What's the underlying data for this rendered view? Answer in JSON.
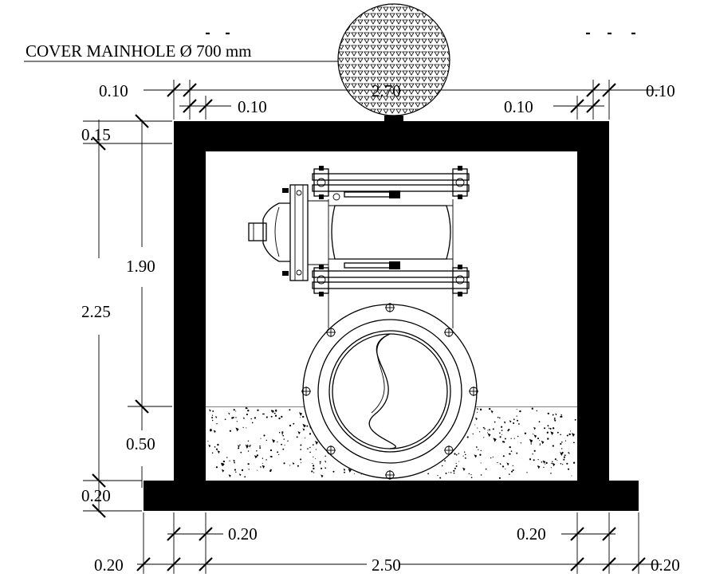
{
  "cover": {
    "label": "COVER MAINHOLE Ø 700 mm"
  },
  "dimensions": {
    "top_overall": "2.70",
    "top_left_outer": "0.10",
    "top_left_inner": "0.10",
    "top_right_outer": "0.10",
    "top_right_inner": "0.10",
    "left_top_slab": "0.15",
    "left_interior": "1.90",
    "left_total": "2.25",
    "left_fill": "0.50",
    "left_base": "0.20",
    "bottom_wall_left": "0.20",
    "bottom_wall_right": "0.20",
    "bottom_left_ext": "0.20",
    "bottom_span": "2.50",
    "bottom_right_ext": "0.20"
  },
  "colors": {
    "structure": "#000000",
    "background": "#ffffff"
  },
  "icons": {
    "cover": "manhole-cover-icon",
    "valve": "butterfly-valve-icon"
  }
}
